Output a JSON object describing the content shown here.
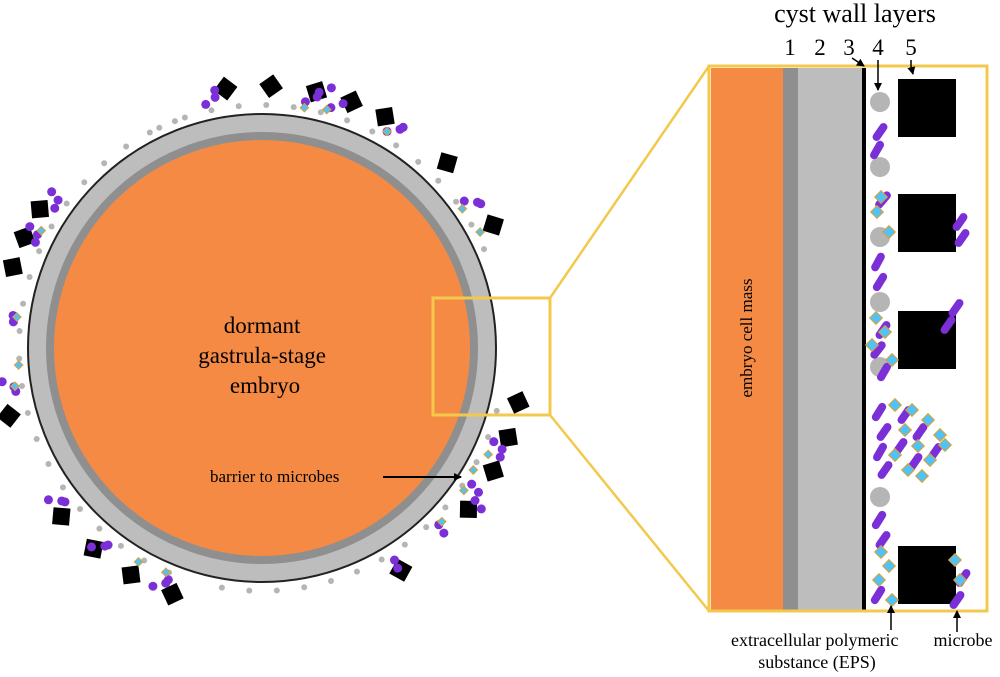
{
  "figure": {
    "embryo_label": [
      "dormant",
      "gastrula-stage",
      "embryo"
    ],
    "barrier_label": "barrier to microbes",
    "cyst_wall_title": "cyst wall layers",
    "layer_numbers": [
      "1",
      "2",
      "3",
      "4",
      "5"
    ],
    "embryo_cell_mass_label": "embryo cell mass",
    "eps_label": [
      "extracellular polymeric",
      "substance (EPS)"
    ],
    "microbe_label": "microbe"
  },
  "colors": {
    "embryo": "#F58A45",
    "outer_wall": "#BDBDBD",
    "inner_wall": "#8F8F8F",
    "highlight_box": "#F2C94C",
    "microbe_square": "#000000",
    "purple_rod": "#7B2FD6",
    "eps_diamond": "#4FC3F7",
    "eps_outline": "#E0A030",
    "gray_bead": "#B5B5B5"
  },
  "icons": [
    "microbe-square-icon",
    "purple-rod-icon",
    "eps-diamond-icon",
    "gray-bead-icon"
  ]
}
